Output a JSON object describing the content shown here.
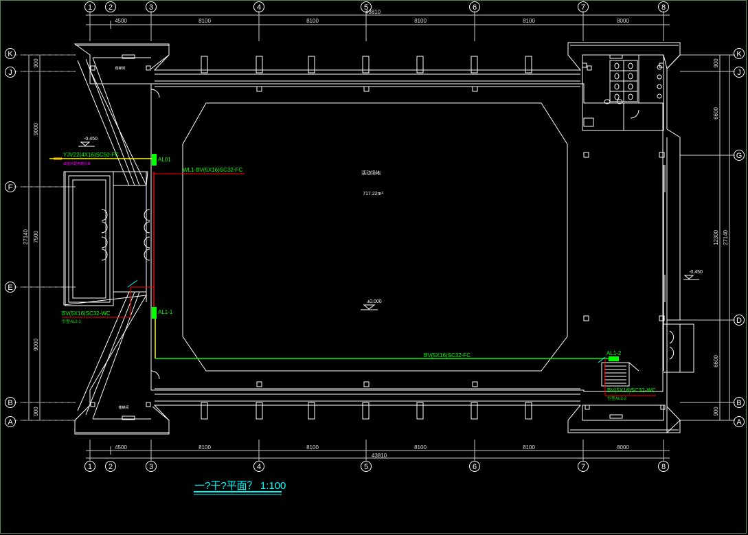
{
  "title": "一?干?平面？ 1:100",
  "top_axis_labels": [
    "1",
    "2",
    "3",
    "4",
    "5",
    "6",
    "7",
    "8"
  ],
  "bottom_axis_labels": [
    "1",
    "2",
    "3",
    "4",
    "5",
    "6",
    "7",
    "8"
  ],
  "left_axis_labels": [
    "K",
    "J",
    "F",
    "E",
    "B",
    "A"
  ],
  "right_axis_labels": [
    "K",
    "J",
    "G",
    "D",
    "B",
    "A"
  ],
  "top_dims": [
    "4500",
    "8100",
    "8100",
    "8100",
    "8100",
    "8000"
  ],
  "top_total": "43810",
  "bottom_dims": [
    "4500",
    "8100",
    "8100",
    "8100",
    "8100",
    "8000"
  ],
  "bottom_total": "43810",
  "left_dims": [
    "900",
    "9000",
    "7500",
    "9000",
    "900"
  ],
  "left_total": "27140",
  "right_dims": [
    "900",
    "6600",
    "12300",
    "6600",
    "900"
  ],
  "right_total": "27140",
  "room_name": "活动场地",
  "room_area": "717.22m²",
  "level_main": "±0.000",
  "level_left": "-0.450",
  "level_right": "-0.450",
  "stair_label_top": "楼梯间",
  "stair_label_bottom": "楼梯间",
  "panels": {
    "al01": "AL01",
    "al1_1": "AL1-1",
    "al1_2": "AL1-2"
  },
  "cables": {
    "incoming": "YJV22(4X16)SC50-FC",
    "incoming_note": "由室外配电箱引来",
    "wl1": "WL1-BV(5X16)SC32-FC",
    "bottom_run": "BV(5X16)SC32-FC",
    "left_down": "BV(5X16)SC32-WC",
    "left_down_note": "引至AL2-1",
    "right_down": "BV(5X16)SC32-WC",
    "right_down_note": "引至AL2-2"
  },
  "colors": {
    "background": "#000000",
    "walls": "#ffffff",
    "dim": "#cccccc",
    "feeder_red": "#ff0000",
    "feeder_green": "#00ff00",
    "feeder_yellow": "#ffff00",
    "title": "#00ffff",
    "note_magenta": "#ff00ff",
    "panel": "#00ff00"
  }
}
